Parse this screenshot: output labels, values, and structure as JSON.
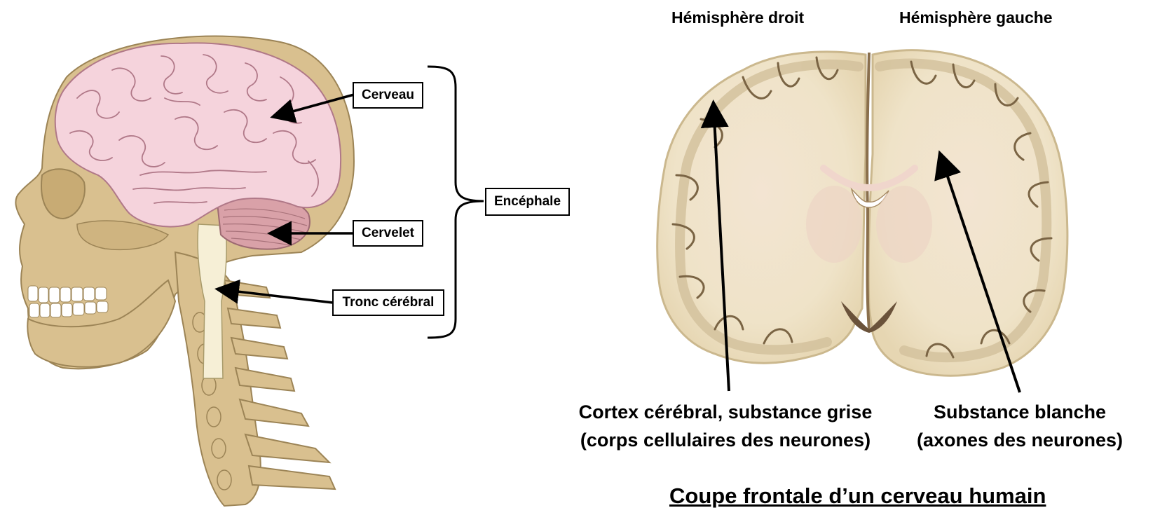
{
  "labels": {
    "cerveau": "Cerveau",
    "cervelet": "Cervelet",
    "tronc": "Tronc cérébral",
    "encephale": "Encéphale"
  },
  "hemispheres": {
    "droit": "Hémisphère droit",
    "gauche": "Hémisphère gauche"
  },
  "captions": {
    "cortex_line1": "Cortex cérébral, substance grise",
    "cortex_line2": "(corps cellulaires des neurones)",
    "blanche_line1": "Substance blanche",
    "blanche_line2": "(axones des neurones)"
  },
  "title": "Coupe frontale d’un cerveau humain",
  "colors": {
    "bone": "#d9c08f",
    "bone_outline": "#9c8456",
    "brain": "#f5d3dc",
    "brain_outline": "#b07888",
    "cerebellum": "#d9a1a8",
    "spinal_cord": "#f6efd6",
    "section_white": "#f1e9d4",
    "section_grey": "#d9c9a8",
    "section_dark": "#5a4630"
  }
}
